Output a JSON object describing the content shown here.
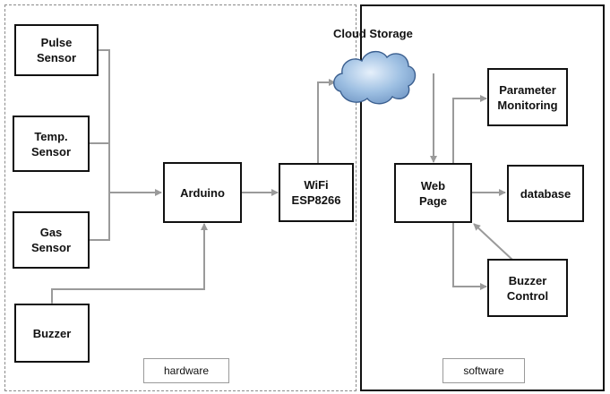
{
  "regions": {
    "hardware_label": "hardware",
    "software_label": "software"
  },
  "cloud": {
    "title": "Cloud Storage"
  },
  "nodes": {
    "pulse_sensor": [
      "Pulse",
      "Sensor"
    ],
    "temp_sensor": [
      "Temp.",
      "Sensor"
    ],
    "gas_sensor": [
      "Gas",
      "Sensor"
    ],
    "buzzer": [
      "Buzzer"
    ],
    "arduino": [
      "Arduino"
    ],
    "wifi": [
      "WiFi",
      "ESP8266"
    ],
    "web_page": [
      "Web",
      "Page"
    ],
    "parameter_monitoring": [
      "Parameter",
      "Monitoring"
    ],
    "database": [
      "database"
    ],
    "buzzer_control": [
      "Buzzer",
      "Control"
    ]
  },
  "colors": {
    "box_border": "#111111",
    "connector": "#9a9a9a",
    "hardware_border": "#8a8a8a",
    "cloud_fill": "#8fb3d9"
  }
}
